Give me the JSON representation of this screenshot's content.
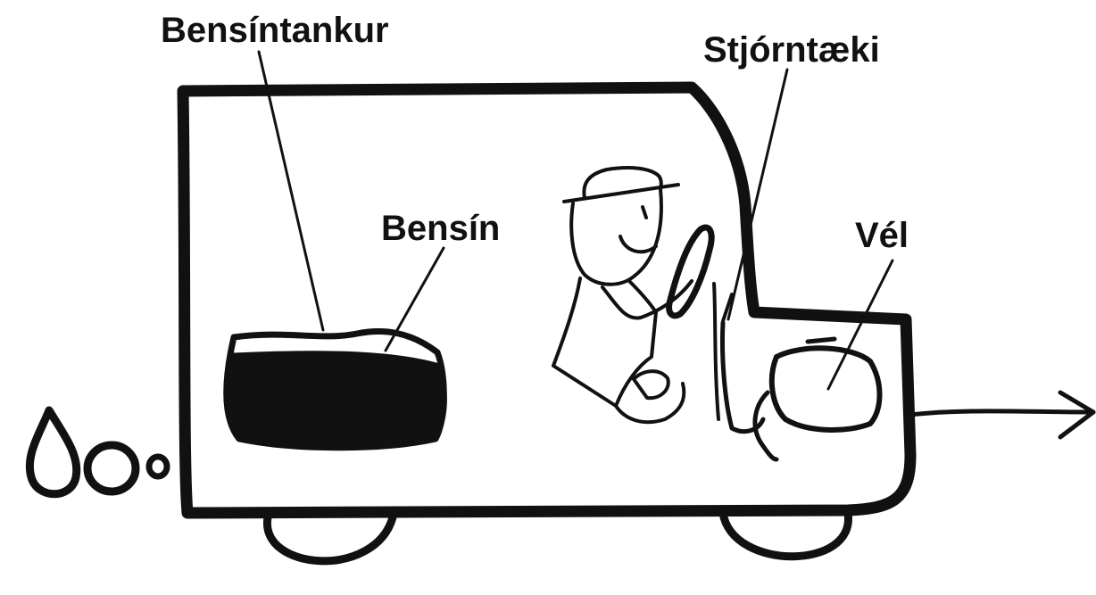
{
  "diagram": {
    "labels": {
      "fuel_tank": "Bensíntankur",
      "fuel": "Bensín",
      "steering": "Stjórntæki",
      "engine": "Vél"
    },
    "colors": {
      "ink": "#111111",
      "fuel_fill": "#111111",
      "background": "#ffffff"
    }
  }
}
